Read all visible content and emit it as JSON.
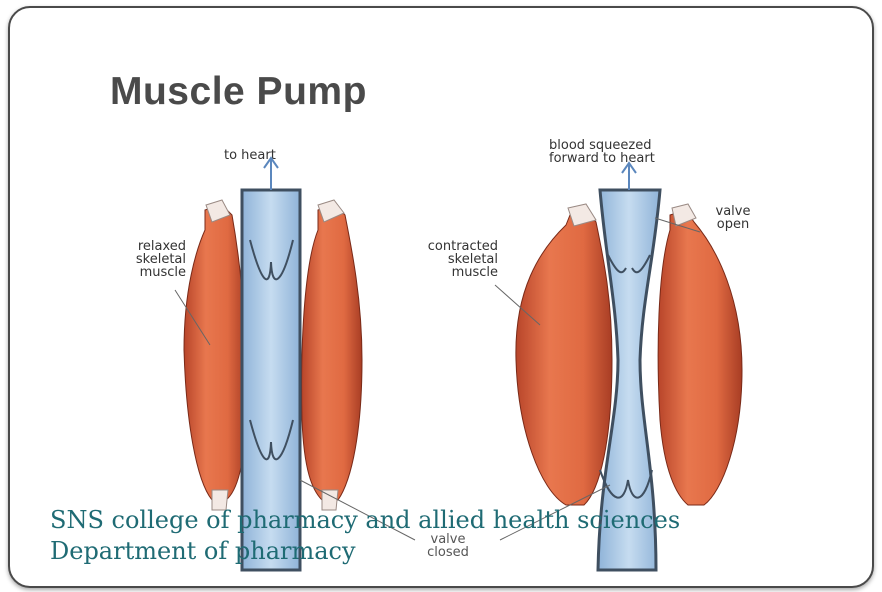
{
  "title": "Muscle Pump",
  "labels": {
    "to_heart": "to heart",
    "relaxed": [
      "relaxed",
      "skeletal",
      "muscle"
    ],
    "blood_squeezed": [
      "blood squeezed",
      "forward to heart"
    ],
    "valve_open": [
      "valve",
      "open"
    ],
    "contracted": [
      "contracted",
      "skeletal",
      "muscle"
    ],
    "valve_closed": [
      "valve",
      "closed"
    ]
  },
  "footer": {
    "line1": "SNS college of pharmacy and allied health sciences",
    "line2": "Department of pharmacy"
  },
  "colors": {
    "muscle": "#e06a42",
    "vein": "#a9c9e8",
    "title": "#4a4a4a",
    "footer": "#1f6b74"
  }
}
